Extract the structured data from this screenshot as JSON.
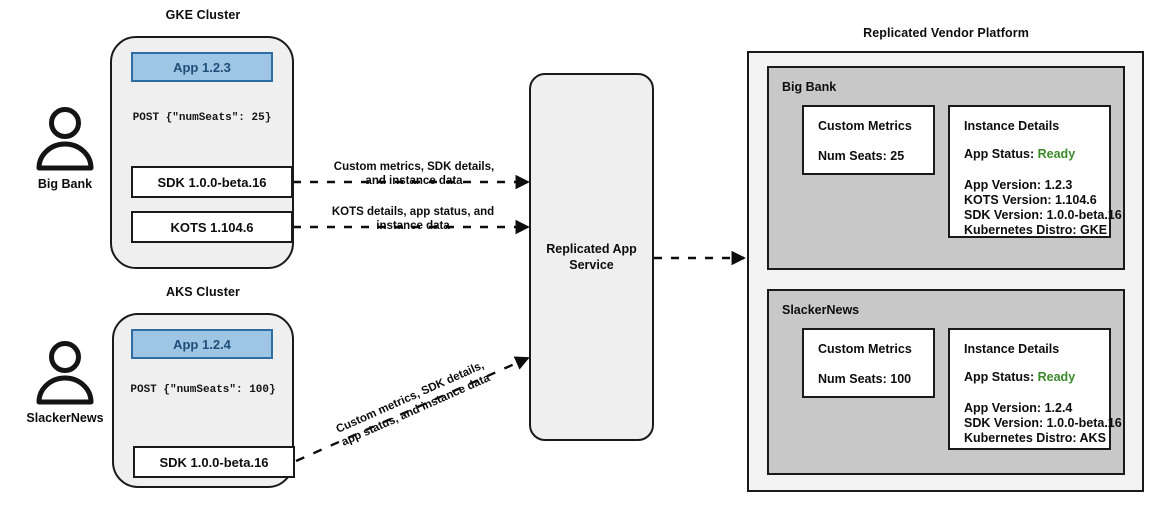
{
  "diagram": {
    "title_gke": "GKE Cluster",
    "title_aks": "AKS Cluster",
    "title_platform": "Replicated Vendor Platform"
  },
  "users": [
    {
      "name": "Big Bank",
      "icon": "person-icon"
    },
    {
      "name": "SlackerNews",
      "icon": "person-icon"
    }
  ],
  "gke_cluster": {
    "app_label": "App 1.2.3",
    "post_label": "POST {\"numSeats\": 25}",
    "sdk_label": "SDK 1.0.0-beta.16",
    "kots_label": "KOTS 1.104.6"
  },
  "aks_cluster": {
    "app_label": "App 1.2.4",
    "post_label": "POST {\"numSeats\": 100}",
    "sdk_label": "SDK 1.0.0-beta.16"
  },
  "arrow_labels": {
    "sdk_to_service": "Custom metrics, SDK details, and instance data",
    "kots_to_service": "KOTS details, app status, and instance data",
    "aks_to_service": "Custom metrics, SDK details, app status, and instance data"
  },
  "service": {
    "label": "Replicated App Service"
  },
  "platform": {
    "tenants": [
      {
        "name": "Big Bank",
        "metrics": {
          "heading": "Custom Metrics",
          "rows": [
            "Num Seats: 25"
          ]
        },
        "details": {
          "heading": "Instance Details",
          "status_label": "App Status:",
          "status_value": "Ready",
          "rows": [
            "App Version: 1.2.3",
            "KOTS Version: 1.104.6",
            "SDK Version: 1.0.0-beta.16",
            "Kubernetes Distro: GKE"
          ]
        }
      },
      {
        "name": "SlackerNews",
        "metrics": {
          "heading": "Custom Metrics",
          "rows": [
            "Num Seats: 100"
          ]
        },
        "details": {
          "heading": "Instance Details",
          "status_label": "App Status:",
          "status_value": "Ready",
          "rows": [
            "App Version: 1.2.4",
            "SDK Version: 1.0.0-beta.16",
            "Kubernetes Distro: AKS"
          ]
        }
      }
    ]
  },
  "colors": {
    "app_fill": "#9ec5e3",
    "app_border": "#2e6da4",
    "app_text": "#1f4e79",
    "cluster_fill": "#efefef",
    "tenant_fill": "#c8c8c8",
    "platform_fill": "#f3f3f3",
    "ready_green": "#3a8a28",
    "stroke": "#1a1a1a"
  }
}
